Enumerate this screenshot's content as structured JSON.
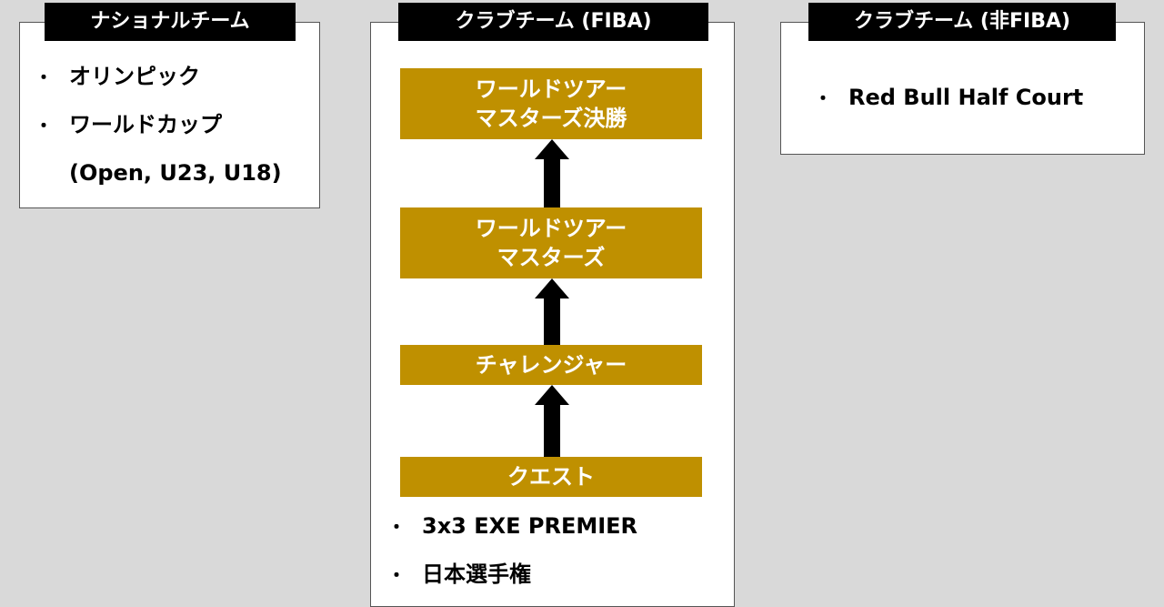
{
  "national": {
    "title": "ナショナルチーム",
    "items": [
      "オリンピック",
      "ワールドカップ"
    ],
    "sub": "(Open, U23, U18)"
  },
  "club_fiba": {
    "title": "クラブチーム (FIBA)",
    "stages": [
      {
        "line1": "ワールドツアー",
        "line2": "マスターズ決勝"
      },
      {
        "line1": "ワールドツアー",
        "line2": "マスターズ"
      },
      {
        "line1": "チャレンジャー",
        "line2": ""
      },
      {
        "line1": "クエスト",
        "line2": ""
      }
    ],
    "items": [
      "3x3 EXE PREMIER",
      "日本選手権"
    ]
  },
  "club_nonfiba": {
    "title": "クラブチーム (非FIBA)",
    "items": [
      "Red Bull Half Court"
    ]
  },
  "colors": {
    "accent": "#bf9000",
    "background": "#d9d9d9"
  }
}
